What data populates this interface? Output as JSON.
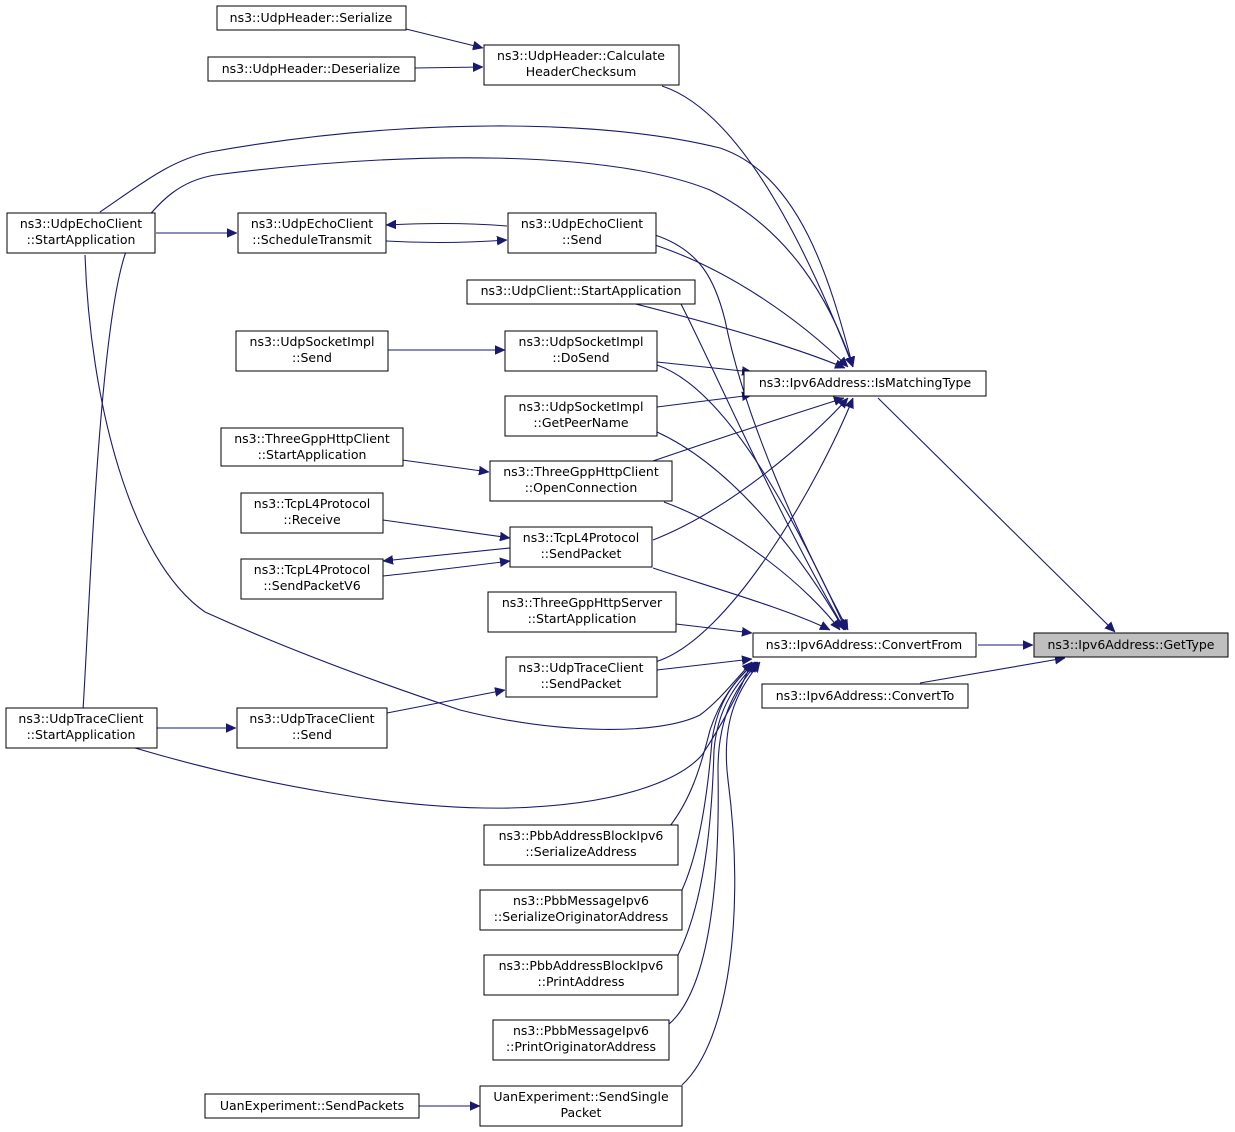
{
  "diagram": {
    "type": "call-graph",
    "colors": {
      "edge": "#191970",
      "root_fill": "#bfbfbf",
      "node_fill": "#ffffff",
      "node_border": "#000000"
    },
    "nodes": [
      {
        "id": "gettype",
        "lines": [
          "ns3::Ipv6Address::GetType"
        ],
        "highlight": true
      },
      {
        "id": "ismatching",
        "lines": [
          "ns3::Ipv6Address::IsMatchingType"
        ]
      },
      {
        "id": "convertfrom",
        "lines": [
          "ns3::Ipv6Address::ConvertFrom"
        ]
      },
      {
        "id": "convertto",
        "lines": [
          "ns3::Ipv6Address::ConvertTo"
        ]
      },
      {
        "id": "udpser",
        "lines": [
          "ns3::UdpHeader::Serialize"
        ]
      },
      {
        "id": "udpdeser",
        "lines": [
          "ns3::UdpHeader::Deserialize"
        ]
      },
      {
        "id": "udpcalc",
        "lines": [
          "ns3::UdpHeader::Calculate",
          "HeaderChecksum"
        ]
      },
      {
        "id": "echostart",
        "lines": [
          "ns3::UdpEchoClient",
          "::StartApplication"
        ]
      },
      {
        "id": "echosched",
        "lines": [
          "ns3::UdpEchoClient",
          "::ScheduleTransmit"
        ]
      },
      {
        "id": "echosend",
        "lines": [
          "ns3::UdpEchoClient",
          "::Send"
        ]
      },
      {
        "id": "udpclientstart",
        "lines": [
          "ns3::UdpClient::StartApplication"
        ]
      },
      {
        "id": "sockimplsend",
        "lines": [
          "ns3::UdpSocketImpl",
          "::Send"
        ]
      },
      {
        "id": "sockimpldosend",
        "lines": [
          "ns3::UdpSocketImpl",
          "::DoSend"
        ]
      },
      {
        "id": "sockimplpeer",
        "lines": [
          "ns3::UdpSocketImpl",
          "::GetPeerName"
        ]
      },
      {
        "id": "httpclientstart",
        "lines": [
          "ns3::ThreeGppHttpClient",
          "::StartApplication"
        ]
      },
      {
        "id": "httpclientopen",
        "lines": [
          "ns3::ThreeGppHttpClient",
          "::OpenConnection"
        ]
      },
      {
        "id": "tcprecv",
        "lines": [
          "ns3::TcpL4Protocol",
          "::Receive"
        ]
      },
      {
        "id": "tcpsendpkt",
        "lines": [
          "ns3::TcpL4Protocol",
          "::SendPacket"
        ]
      },
      {
        "id": "tcpsendv6",
        "lines": [
          "ns3::TcpL4Protocol",
          "::SendPacketV6"
        ]
      },
      {
        "id": "httpserverstart",
        "lines": [
          "ns3::ThreeGppHttpServer",
          "::StartApplication"
        ]
      },
      {
        "id": "tracesendpkt",
        "lines": [
          "ns3::UdpTraceClient",
          "::SendPacket"
        ]
      },
      {
        "id": "tracestart",
        "lines": [
          "ns3::UdpTraceClient",
          "::StartApplication"
        ]
      },
      {
        "id": "tracesend",
        "lines": [
          "ns3::UdpTraceClient",
          "::Send"
        ]
      },
      {
        "id": "pbbblockser",
        "lines": [
          "ns3::PbbAddressBlockIpv6",
          "::SerializeAddress"
        ]
      },
      {
        "id": "pbbmsgser",
        "lines": [
          "ns3::PbbMessageIpv6",
          "::SerializeOriginatorAddress"
        ]
      },
      {
        "id": "pbbblockprint",
        "lines": [
          "ns3::PbbAddressBlockIpv6",
          "::PrintAddress"
        ]
      },
      {
        "id": "pbbmsgprint",
        "lines": [
          "ns3::PbbMessageIpv6",
          "::PrintOriginatorAddress"
        ]
      },
      {
        "id": "uansendpkts",
        "lines": [
          "UanExperiment::SendPackets"
        ]
      },
      {
        "id": "uansendsingle",
        "lines": [
          "UanExperiment::SendSingle",
          "Packet"
        ]
      }
    ],
    "edges": [
      [
        "udpser",
        "udpcalc"
      ],
      [
        "udpdeser",
        "udpcalc"
      ],
      [
        "echostart",
        "echosched"
      ],
      [
        "echosched",
        "echosend"
      ],
      [
        "echosend",
        "echosched"
      ],
      [
        "sockimplsend",
        "sockimpldosend"
      ],
      [
        "httpclientstart",
        "httpclientopen"
      ],
      [
        "tcprecv",
        "tcpsendpkt"
      ],
      [
        "tcpsendpkt",
        "tcpsendv6"
      ],
      [
        "tcpsendv6",
        "tcpsendpkt"
      ],
      [
        "tracestart",
        "tracesend"
      ],
      [
        "tracesend",
        "tracesendpkt"
      ],
      [
        "uansendpkts",
        "uansendsingle"
      ],
      [
        "udpcalc",
        "ismatching"
      ],
      [
        "echostart",
        "ismatching"
      ],
      [
        "tracestart",
        "ismatching"
      ],
      [
        "echosend",
        "ismatching"
      ],
      [
        "udpclientstart",
        "ismatching"
      ],
      [
        "sockimpldosend",
        "ismatching"
      ],
      [
        "sockimplpeer",
        "ismatching"
      ],
      [
        "httpclientopen",
        "ismatching"
      ],
      [
        "tcpsendpkt",
        "ismatching"
      ],
      [
        "tracesendpkt",
        "ismatching"
      ],
      [
        "echosend",
        "convertfrom"
      ],
      [
        "udpclientstart",
        "convertfrom"
      ],
      [
        "sockimpldosend",
        "convertfrom"
      ],
      [
        "sockimplpeer",
        "convertfrom"
      ],
      [
        "httpclientopen",
        "convertfrom"
      ],
      [
        "tcpsendpkt",
        "convertfrom"
      ],
      [
        "httpserverstart",
        "convertfrom"
      ],
      [
        "tracesendpkt",
        "convertfrom"
      ],
      [
        "echostart",
        "convertfrom"
      ],
      [
        "tracestart",
        "convertfrom"
      ],
      [
        "pbbblockser",
        "convertfrom"
      ],
      [
        "pbbmsgser",
        "convertfrom"
      ],
      [
        "pbbblockprint",
        "convertfrom"
      ],
      [
        "pbbmsgprint",
        "convertfrom"
      ],
      [
        "uansendsingle",
        "convertfrom"
      ],
      [
        "ismatching",
        "gettype"
      ],
      [
        "convertfrom",
        "gettype"
      ],
      [
        "convertto",
        "gettype"
      ]
    ]
  }
}
